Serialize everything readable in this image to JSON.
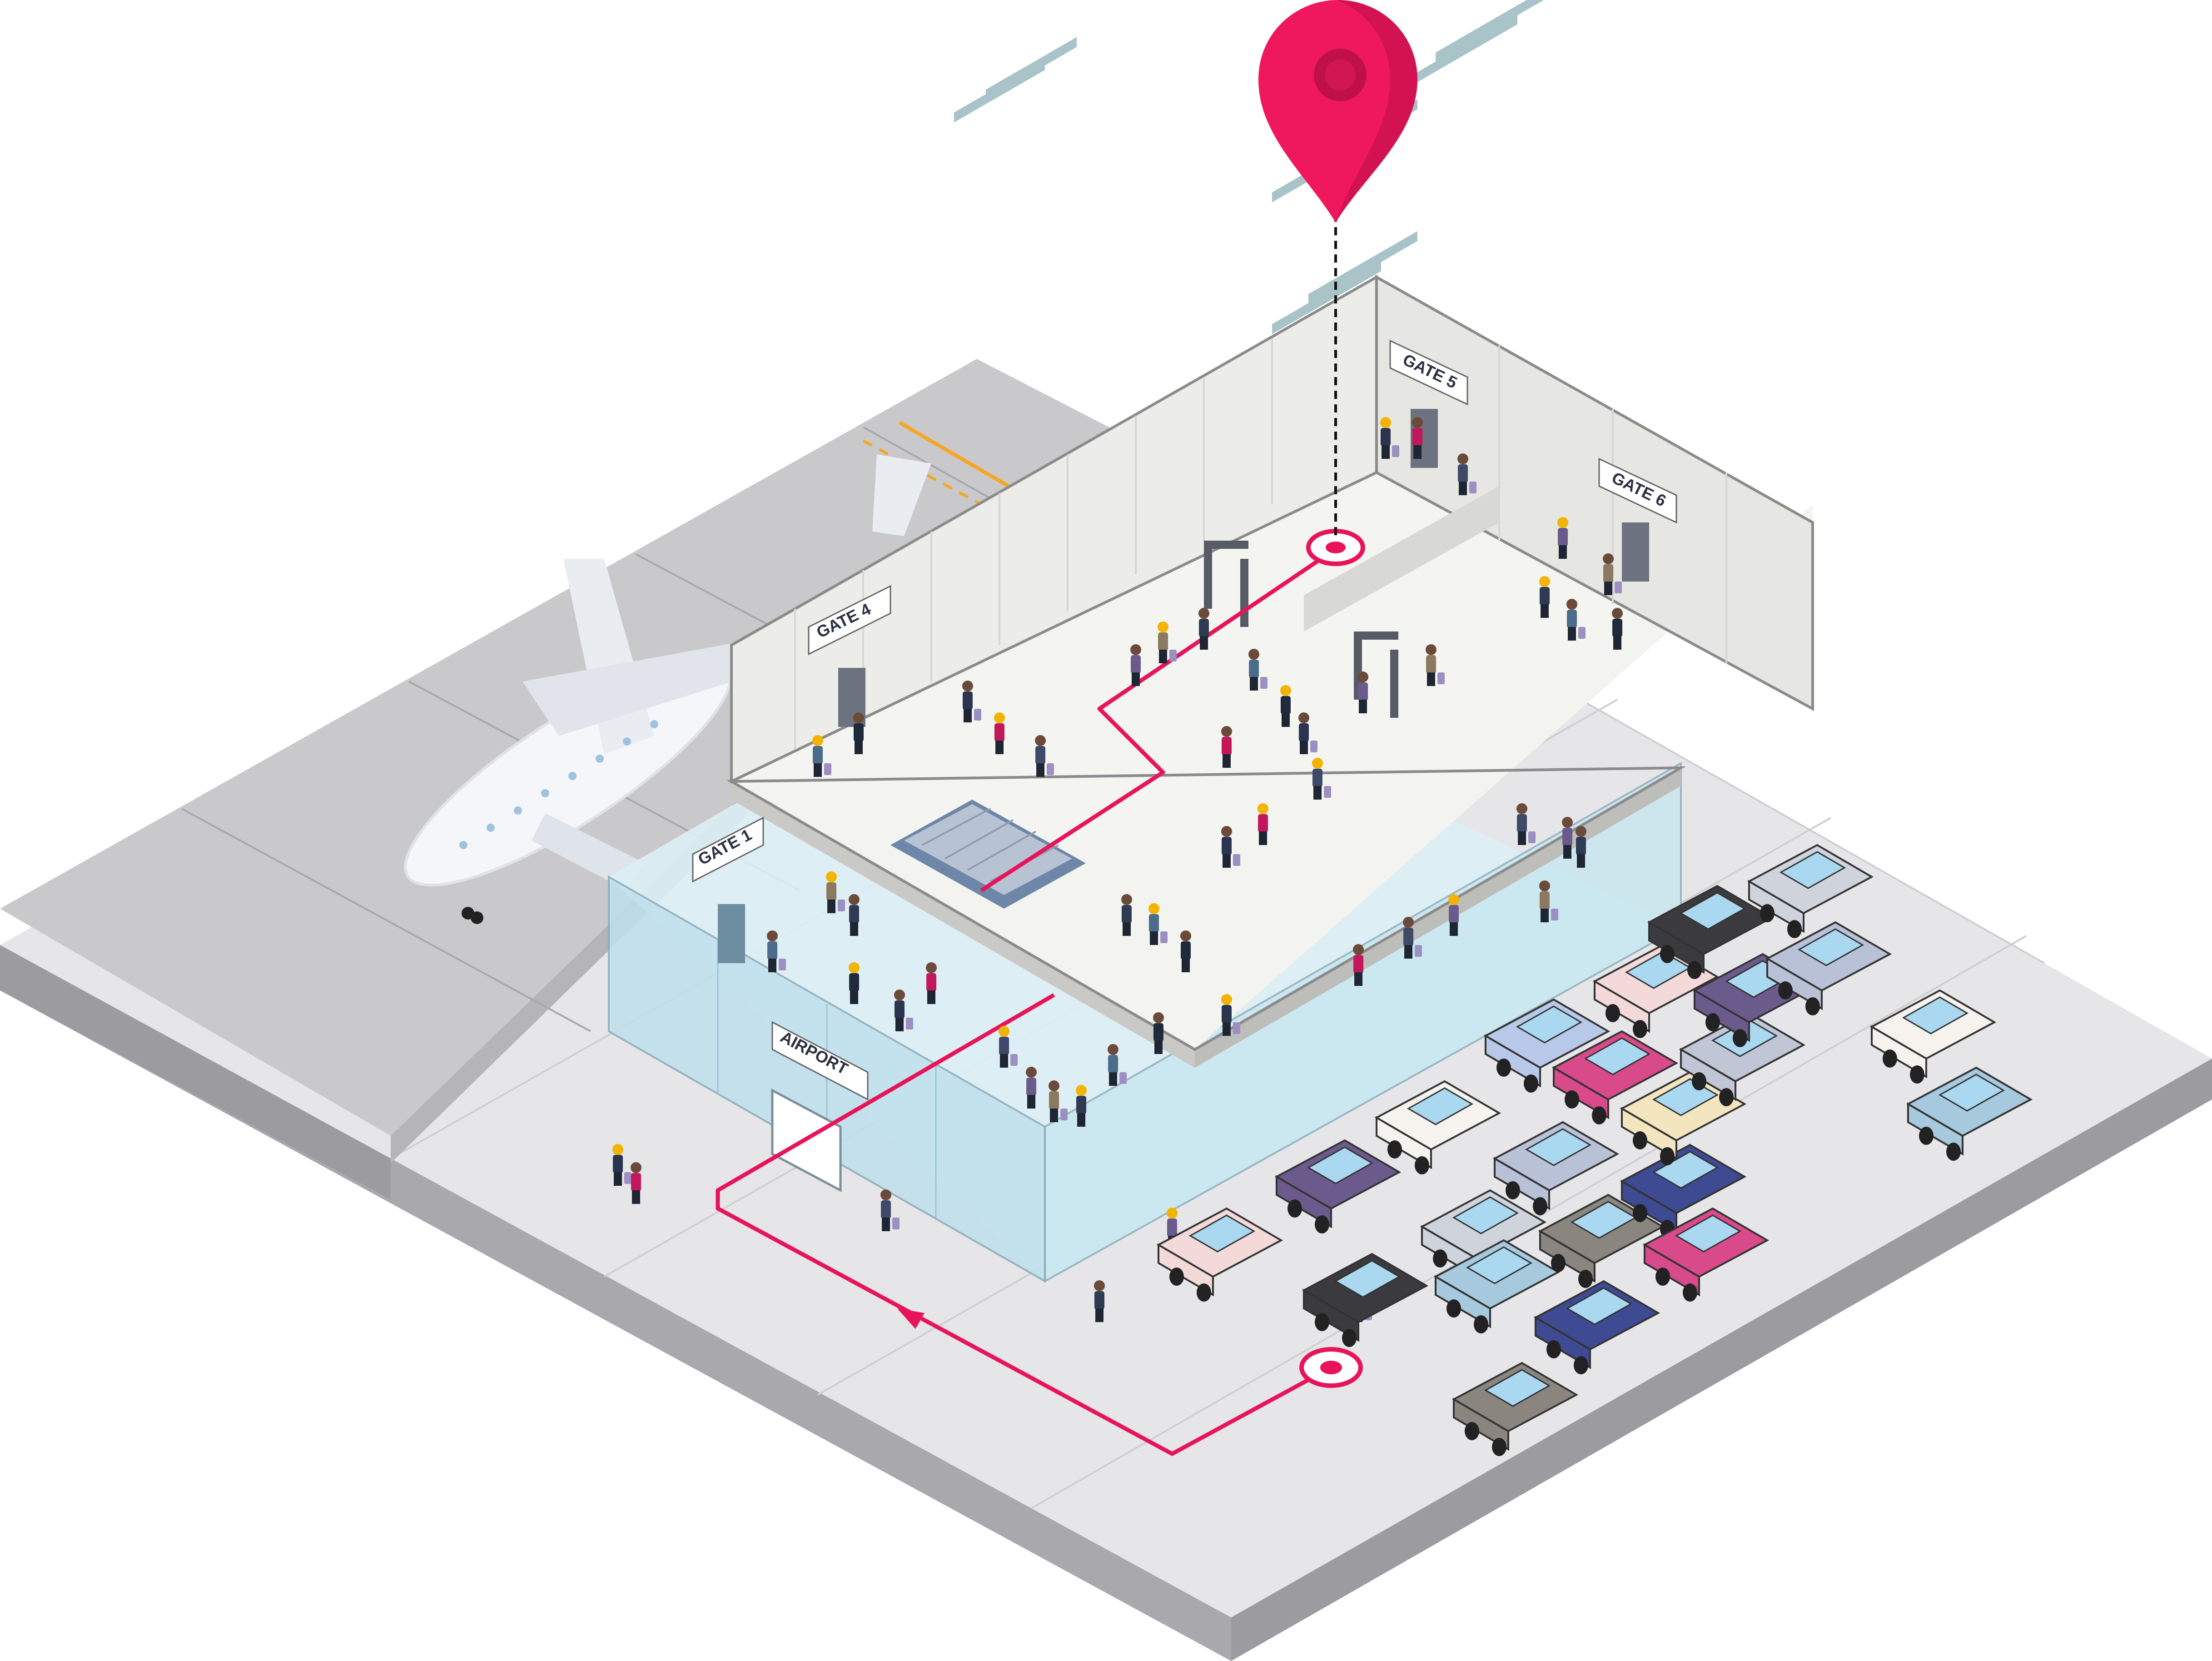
{
  "signs": {
    "gate1": "GATE 1",
    "gate4": "GATE 4",
    "gate5": "GATE 5",
    "gate6": "GATE 6",
    "airport": "AIRPORT"
  },
  "icons": {
    "destination": "map-pin-icon",
    "start": "location-dot-icon",
    "plane": "airplane-icon"
  },
  "colors": {
    "route": "#e8145a",
    "pin": "#f0185c",
    "pin_dark": "#c0104a",
    "ground": "#e6e6e8",
    "slab_side": "#a9a9ad",
    "tarmac": "#c9c9cc",
    "glass": "#cfe9f2",
    "upper_floor": "#f3f3f0",
    "upper_wall": "#ecece8",
    "seats": "#a8c4c8"
  },
  "car_colors": [
    "#f4d9d9",
    "#6b5b8c",
    "#3b3b3f",
    "#cfd3dc",
    "#b9c1d6",
    "#f6f3ee",
    "#a6c9dd",
    "#8b857f",
    "#3e4a92",
    "#d84a8a",
    "#f3e6bf",
    "#c0c6d6",
    "#b7c8e8"
  ]
}
